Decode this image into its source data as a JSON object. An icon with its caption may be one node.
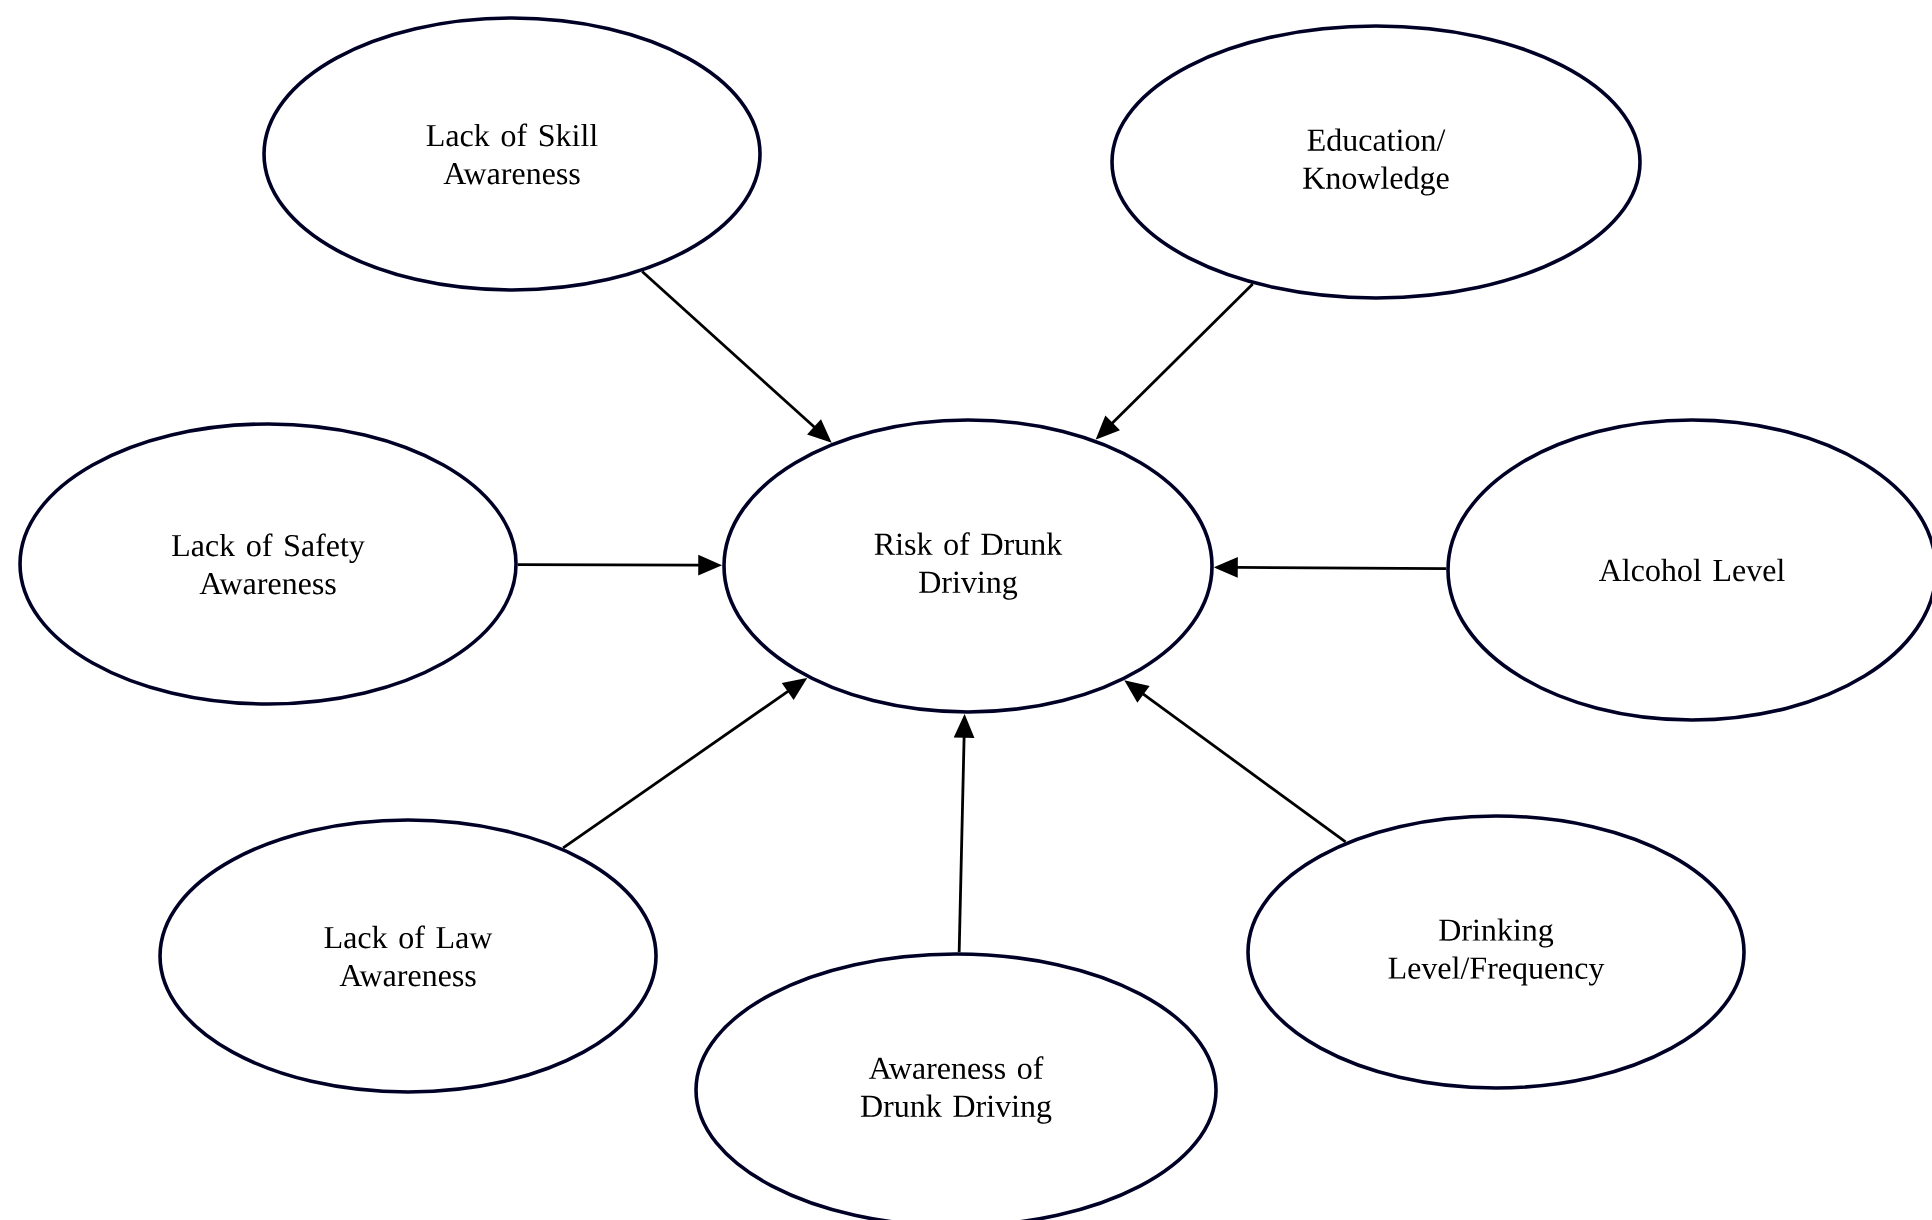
{
  "diagram": {
    "nodes": [
      {
        "text": [
          "Lack of Skill Awareness"
        ]
      },
      {
        "text": [
          "Education/ Knowledge"
        ]
      },
      {
        "text": [
          "Lack of Safety Awareness"
        ]
      },
      {
        "text": [
          "Risk of Drunk Driving"
        ]
      },
      {
        "text": [
          "Alcohol Level"
        ]
      },
      {
        "text": [
          "Lack of Law Awareness"
        ]
      },
      {
        "text": [
          "Drinking Level/Frequency"
        ]
      },
      {
        "text": [
          "Awareness of Drunk Driving"
        ]
      }
    ],
    "edges": [
      {
        "from": 0,
        "to": 3,
        "arrow": "to"
      },
      {
        "from": 1,
        "to": 3,
        "arrow": "to"
      },
      {
        "from": 2,
        "to": 3,
        "arrow": "to"
      },
      {
        "from": 4,
        "to": 3,
        "arrow": "to"
      },
      {
        "from": 5,
        "to": 3,
        "arrow": "to"
      },
      {
        "from": 6,
        "to": 3,
        "arrow": "to"
      },
      {
        "from": 7,
        "to": 3,
        "arrow": "to"
      }
    ]
  }
}
